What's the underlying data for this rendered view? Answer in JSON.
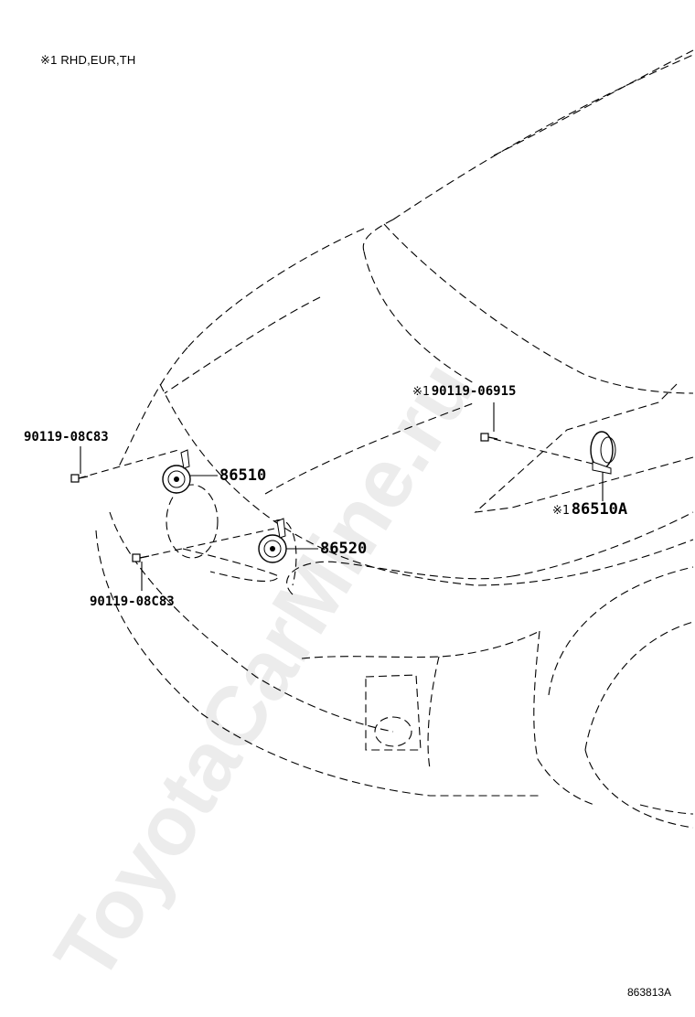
{
  "note": {
    "mark": "※1",
    "text": "RHD,EUR,TH"
  },
  "parts": {
    "horn_high": "86510",
    "horn_low": "86520",
    "horn_alt": "86510A",
    "bolt_upper_left": "90119-08C83",
    "bolt_lower_left": "90119-08C83",
    "bolt_right": "90119-06915",
    "ref_mark": "※1"
  },
  "watermark": "ToyotaCarMine.ru",
  "diagram_code": "863813A"
}
